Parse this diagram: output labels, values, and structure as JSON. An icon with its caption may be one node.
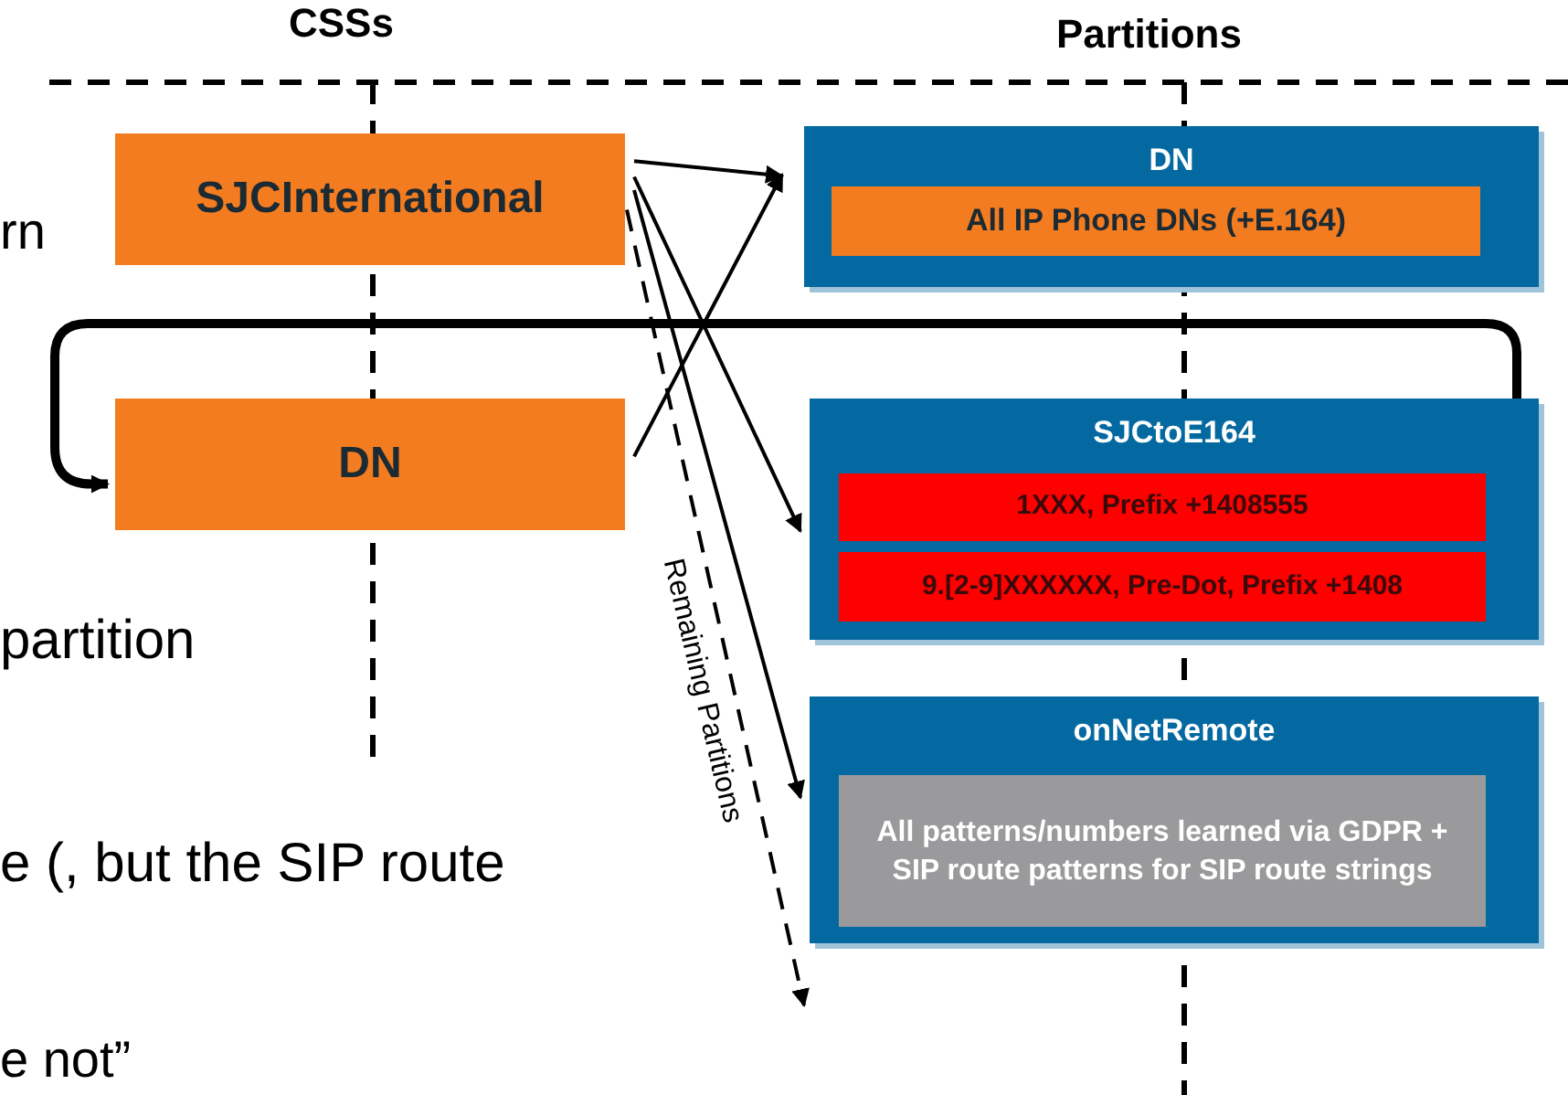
{
  "diagram": {
    "nodes": [
      {
        "text": [
          "SJCInternational"
        ]
      },
      {
        "text": [
          "DN"
        ]
      },
      {
        "text": [
          "DN"
        ]
      },
      {
        "text": [
          "All IP Phone DNs (+E.164)"
        ],
        "in": 2
      },
      {
        "text": [
          "SJCtoE164"
        ]
      },
      {
        "text": [
          "1XXX, Prefix +1408555"
        ],
        "in": 4
      },
      {
        "text": [
          "9.[2-9]XXXXXX, Pre-Dot, Prefix +1408"
        ],
        "in": 4
      },
      {
        "text": [
          "onNetRemote"
        ]
      },
      {
        "text": [
          "All patterns/numbers learned via GDPR + SIP route patterns for SIP route strings"
        ],
        "in": 7
      }
    ],
    "edges": [
      {
        "from": 0,
        "to": 2,
        "arrow": "to"
      },
      {
        "from": 1,
        "to": 2,
        "arrow": "to"
      },
      {
        "from": 0,
        "to": 4,
        "arrow": "to"
      },
      {
        "from": 0,
        "to": 7,
        "arrow": "to"
      },
      {
        "from": 0,
        "to": null,
        "arrow": "to",
        "style": "dashed",
        "label": "Remaining Partitions"
      },
      {
        "from": 5,
        "to": 1,
        "arrow": "to",
        "style": "thick"
      }
    ],
    "labels": [
      "CSSs",
      "Partitions",
      "rn",
      "partition",
      "e (, but the SIP route",
      "e not”"
    ]
  }
}
